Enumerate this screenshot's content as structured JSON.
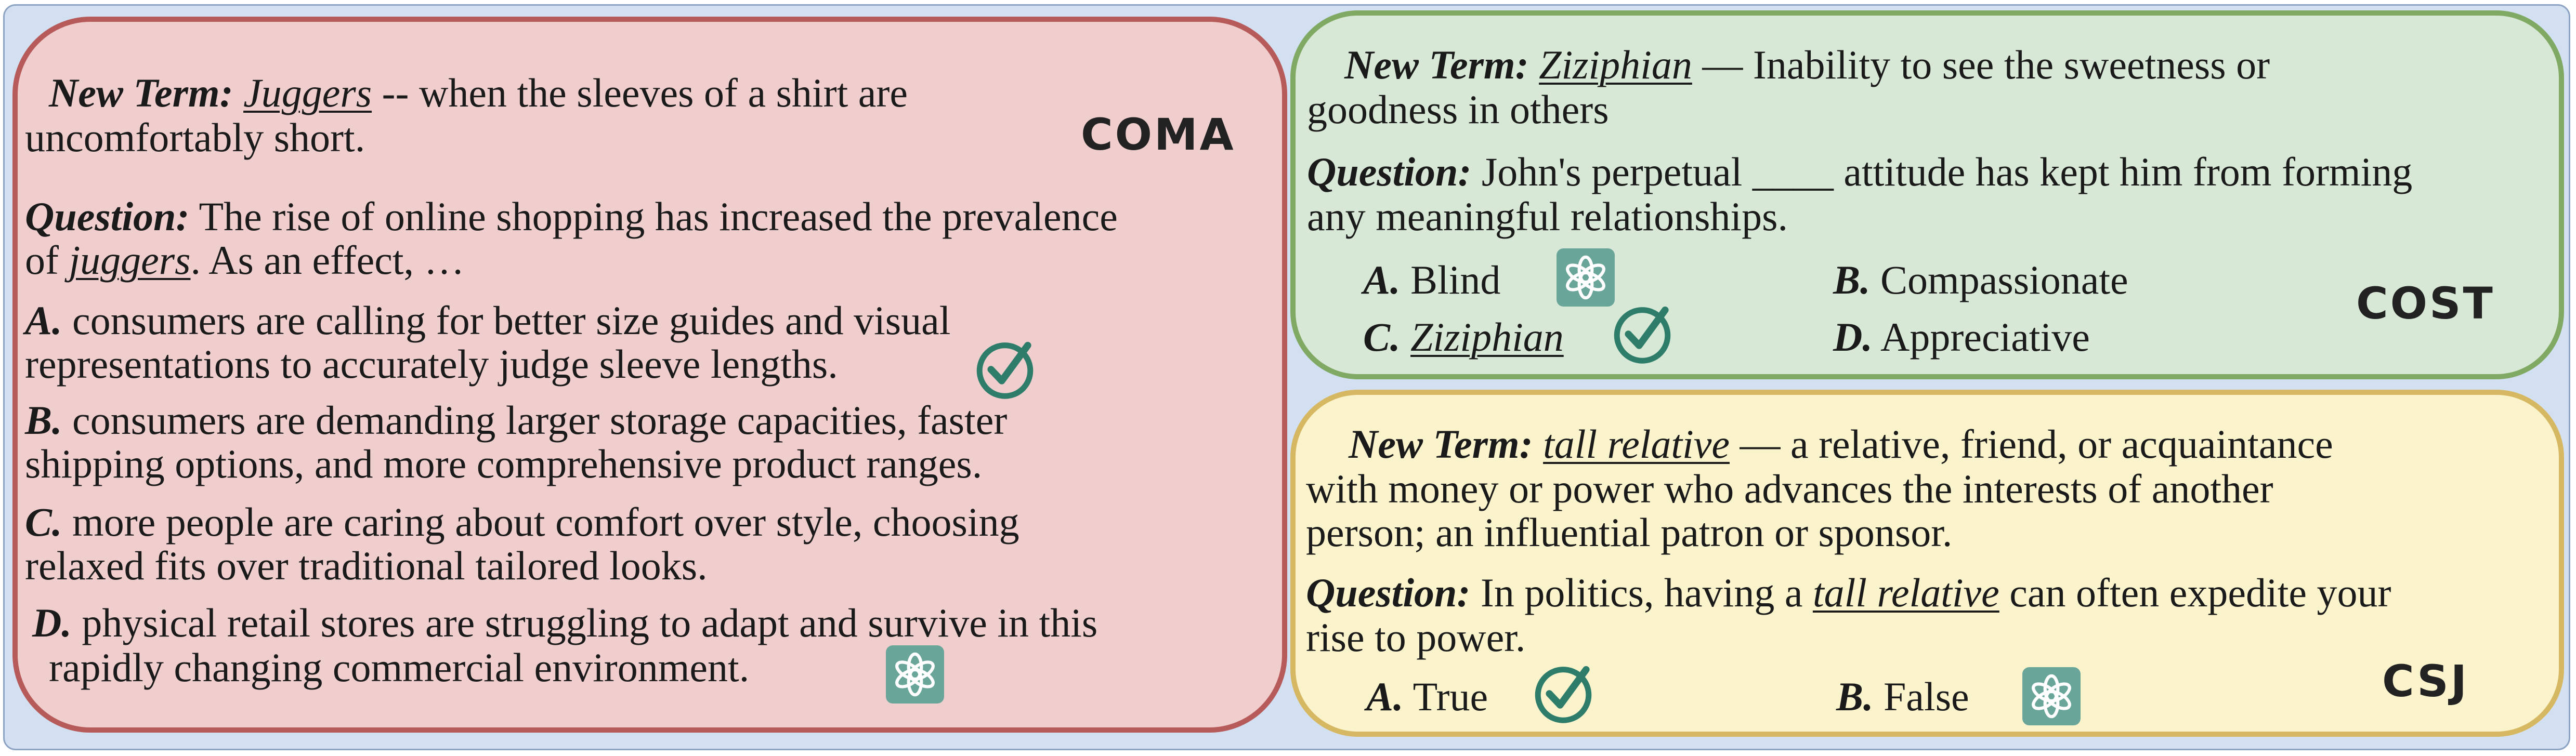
{
  "coma": {
    "tag": "COMA",
    "new_term_label": "New Term:",
    "term": "Juggers",
    "definition_line1": " -- when the sleeves of a shirt are",
    "definition_line2": "uncomfortably short.",
    "question_label": "Question:",
    "question_line1": " The rise of online shopping has increased the prevalence",
    "question_line2_pre": "of ",
    "question_term": "juggers",
    "question_line2_post": ". As an effect, …",
    "options": [
      {
        "letter": "A.",
        "line1": " consumers are calling for better size guides and visual",
        "line2": "representations to accurately judge sleeve lengths."
      },
      {
        "letter": "B.",
        "line1": " consumers are demanding larger storage capacities, faster",
        "line2": "shipping options, and more comprehensive product ranges."
      },
      {
        "letter": "C.",
        "line1": " more people are caring about comfort over style, choosing",
        "line2": "relaxed fits over traditional tailored looks."
      },
      {
        "letter": "D.",
        "line1": " physical retail stores are struggling to adapt and survive in this",
        "line2": "rapidly changing commercial environment."
      }
    ]
  },
  "cost": {
    "tag": "COST",
    "new_term_label": "New Term:",
    "term": "Ziziphian",
    "definition_line1": " — Inability to see the sweetness or",
    "definition_line2": "goodness in others",
    "question_label": "Question:",
    "question_line1": " John's perpetual ____ attitude has kept him from forming",
    "question_line2": "any meaningful relationships.",
    "options": [
      {
        "letter": "A.",
        "text": " Blind"
      },
      {
        "letter": "B.",
        "text": " Compassionate"
      },
      {
        "letter": "C.",
        "text": "Ziziphian"
      },
      {
        "letter": "D.",
        "text": " Appreciative"
      }
    ]
  },
  "csj": {
    "tag": "CSJ",
    "new_term_label": "New Term:",
    "term": "tall relative",
    "definition_line1": " — a relative, friend, or acquaintance",
    "definition_line2": "with money or power who advances the interests of another",
    "definition_line3": "person; an influential patron or sponsor.",
    "question_label": "Question:",
    "question_line1_pre": " In politics, having a ",
    "question_term": "tall relative",
    "question_line1_post": " can often expedite your",
    "question_line2": "rise to power.",
    "options": [
      {
        "letter": "A.",
        "text": " True"
      },
      {
        "letter": "B.",
        "text": " False"
      }
    ]
  },
  "colors": {
    "check": "#2e7d6b",
    "gpt_tile": "#6aa59a",
    "coma_bg": "#f0cece",
    "cost_bg": "#d8e8d6",
    "csj_bg": "#faf3cc"
  },
  "icons": {
    "correct": "check-circle-icon",
    "model_choice": "chatgpt-logo-icon"
  }
}
